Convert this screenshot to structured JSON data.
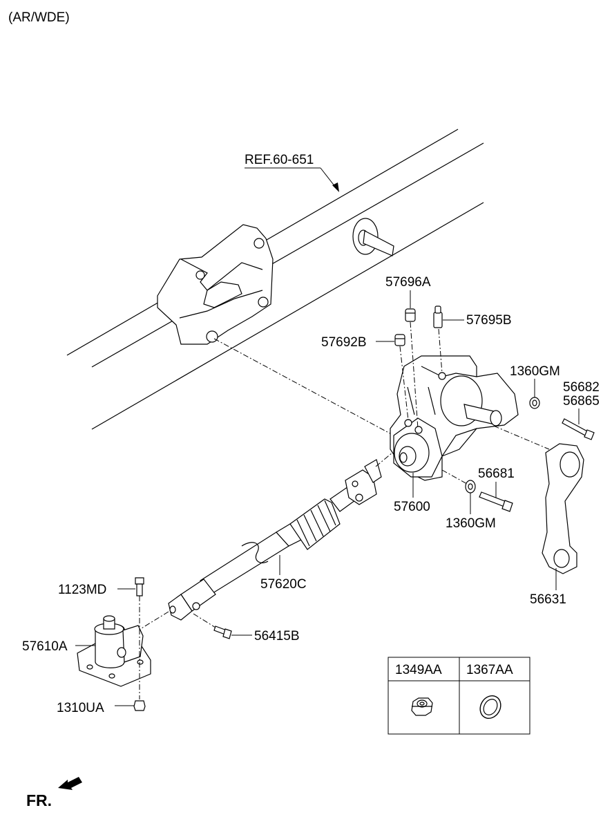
{
  "variant_note": "(AR/WDE)",
  "reference": "REF.60-651",
  "direction_label": "FR.",
  "callouts": {
    "p57696A": "57696A",
    "p57695B": "57695B",
    "p57692B": "57692B",
    "p1360GM_top": "1360GM",
    "p56682": "56682",
    "p56865": "56865",
    "p56681": "56681",
    "p57600": "57600",
    "p1360GM_bottom": "1360GM",
    "p57620C": "57620C",
    "p56631": "56631",
    "p1123MD": "1123MD",
    "p56415B": "56415B",
    "p57610A": "57610A",
    "p1310UA": "1310UA"
  },
  "parts_table": {
    "headers": [
      "1349AA",
      "1367AA"
    ],
    "icons": [
      "hex-nut-icon",
      "o-ring-icon"
    ]
  }
}
